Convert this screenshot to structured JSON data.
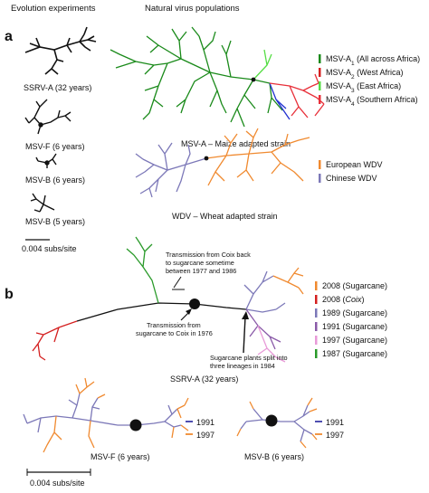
{
  "panels": {
    "a": "a",
    "b": "b"
  },
  "headers": {
    "evolution": "Evolution experiments",
    "natural": "Natural virus populations"
  },
  "tree_labels": {
    "ssrv_a_32": "SSRV-A (32 years)",
    "msv_f_6": "MSV-F (6 years)",
    "msv_b_6": "MSV-B (6 years)",
    "msv_b_5": "MSV-B (5 years)",
    "msv_a_strain": "MSV-A – Maize adapted strain",
    "wdv_strain": "WDV – Wheat adapted strain",
    "ssrv_a_b": "SSRV-A (32 years)",
    "msv_f_b": "MSV-F (6 years)",
    "msv_b_b": "MSV-B (6 years)"
  },
  "scale_bars": {
    "a": "0.004 subs/site",
    "b": "0.004 subs/site"
  },
  "legend_msv": [
    {
      "base": "MSV-A",
      "sub": "1",
      "rest": " (All across Africa)",
      "color": "#1a8a1a"
    },
    {
      "base": "MSV-A",
      "sub": "2",
      "rest": " (West Africa)",
      "color": "#d42020"
    },
    {
      "base": "MSV-A",
      "sub": "3",
      "rest": " (East Africa)",
      "color": "#55dd44"
    },
    {
      "base": "MSV-A",
      "sub": "4",
      "rest": " (Southern Africa)",
      "color": "#e8303a"
    }
  ],
  "legend_wdv": [
    {
      "label": "European WDV",
      "color": "#f08a30"
    },
    {
      "label": "Chinese WDV",
      "color": "#7c78b8"
    }
  ],
  "legend_ssrv": [
    {
      "label": "2008 (Sugarcane)",
      "color": "#f08a30"
    },
    {
      "label": "2008 (Coix)",
      "color": "#d42020",
      "italic_part": "Coix"
    },
    {
      "label": "1989 (Sugarcane)",
      "color": "#7c78b8"
    },
    {
      "label": "1991 (Sugarcane)",
      "color": "#8a5aa8"
    },
    {
      "label": "1997 (Sugarcane)",
      "color": "#e89ad8"
    },
    {
      "label": "1987 (Sugarcane)",
      "color": "#2a9a2a"
    }
  ],
  "legend_small": [
    {
      "label": "1991",
      "color": "#3a3aa8"
    },
    {
      "label": "1997",
      "color": "#f08a30"
    }
  ],
  "annotations": {
    "coix_back": [
      "Transmission from Coix back",
      "to sugarcane sometime",
      "between 1977 and 1986"
    ],
    "to_coix": [
      "Transmission from",
      "sugarcane to Coix in 1976"
    ],
    "split": [
      "Sugarcane plants split into",
      "three lineages in 1984"
    ]
  }
}
